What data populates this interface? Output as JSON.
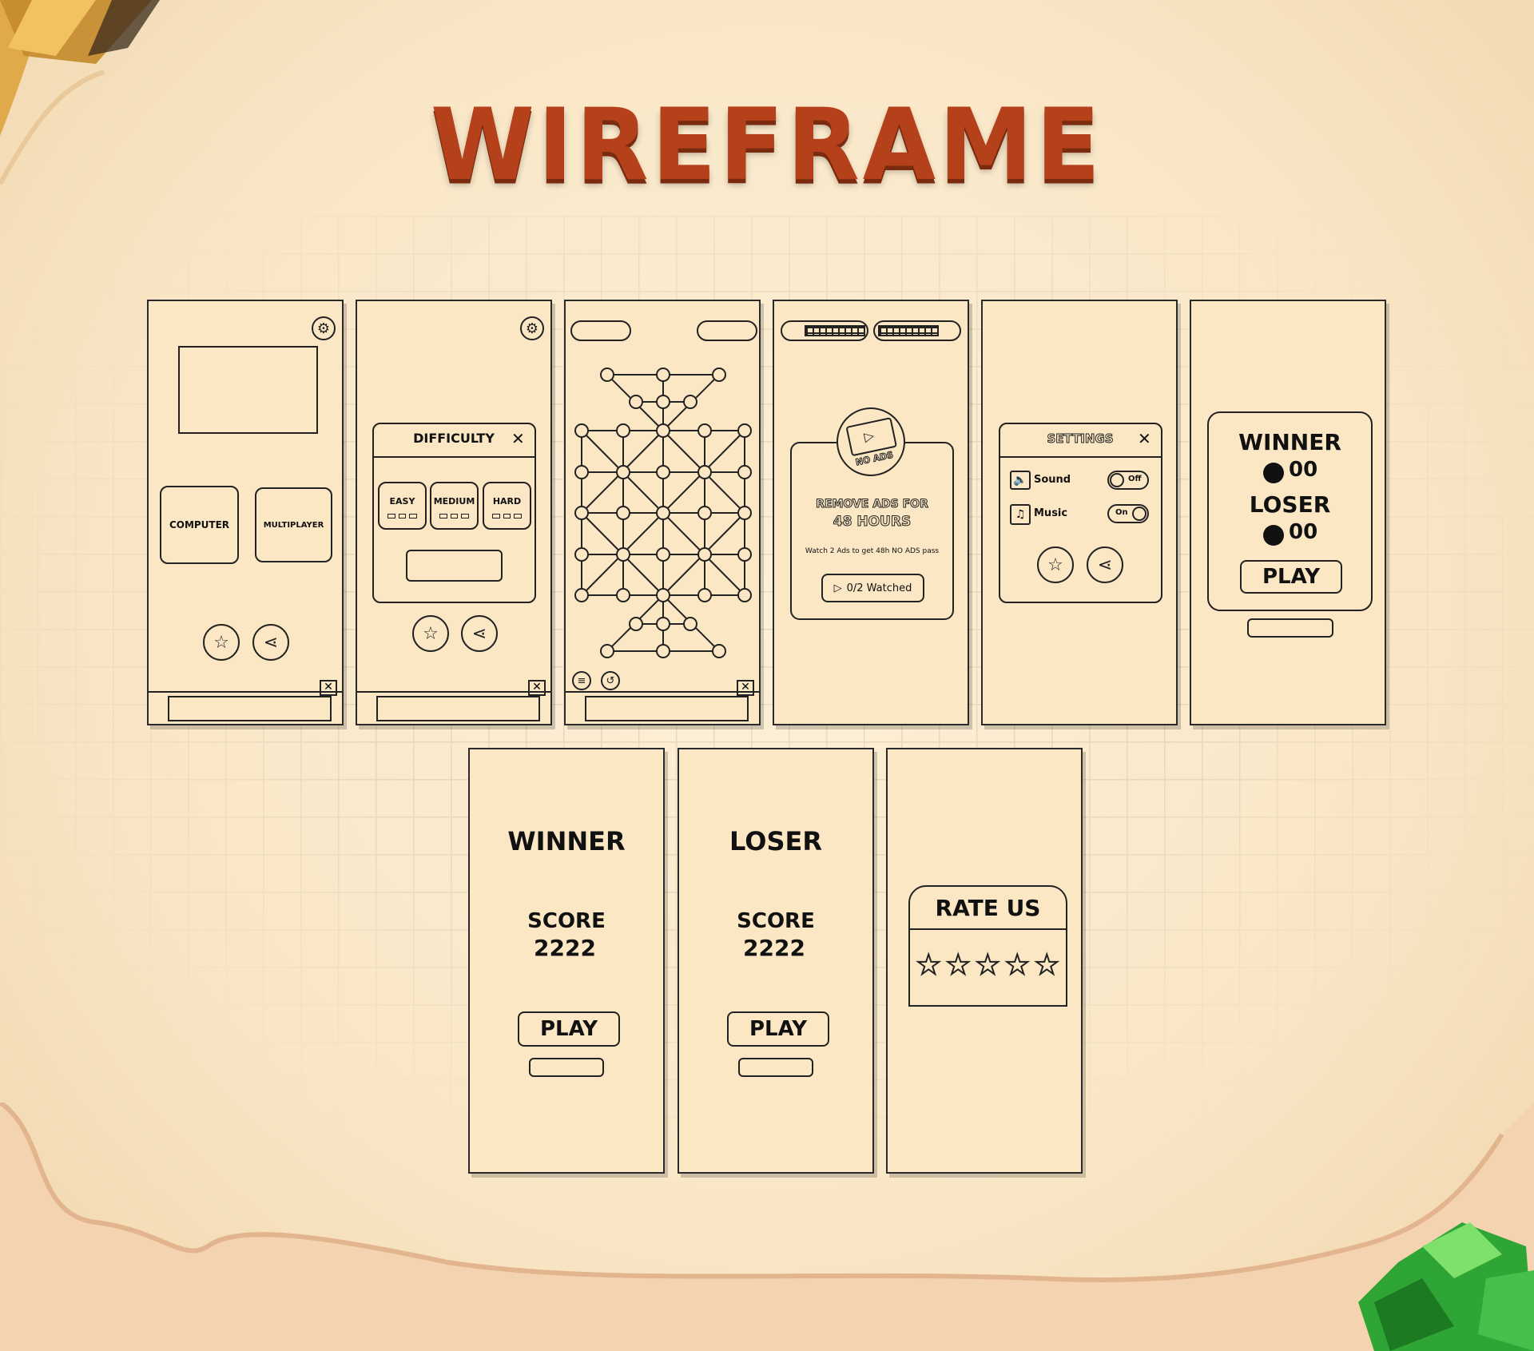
{
  "title": "WIREFRAME",
  "screens": {
    "home": {
      "computer_label": "COMPUTER",
      "multiplayer_label": "MULTIPLAYER"
    },
    "difficulty": {
      "title": "DIFFICULTY",
      "easy": "EASY",
      "medium": "MEDIUM",
      "hard": "HARD"
    },
    "no_ads": {
      "badge": "NO ADS",
      "heading_line1": "REMOVE ADS FOR",
      "heading_line2": "48 HOURS",
      "subtext": "Watch 2 Ads to get 48h NO ADS pass",
      "watch_button": "0/2 Watched"
    },
    "settings": {
      "title": "SETTINGS",
      "sound_label": "Sound",
      "sound_state": "Off",
      "music_label": "Music",
      "music_state": "On"
    },
    "result": {
      "winner": "WINNER",
      "winner_score": "00",
      "loser": "LOSER",
      "loser_score": "00",
      "play": "PLAY"
    },
    "winner": {
      "title": "WINNER",
      "score_label": "SCORE",
      "score": "2222",
      "play": "PLAY"
    },
    "loser": {
      "title": "LOSER",
      "score_label": "SCORE",
      "score": "2222",
      "play": "PLAY"
    },
    "rate": {
      "title": "RATE US"
    }
  },
  "icons": [
    "gear-icon",
    "star-icon",
    "share-icon",
    "close-icon",
    "play-icon",
    "speaker-icon",
    "music-note-icon",
    "menu-icon",
    "undo-icon"
  ],
  "colors": {
    "title": "#b4411a",
    "screen_bg": "#fbe7c4",
    "line": "#222222"
  }
}
